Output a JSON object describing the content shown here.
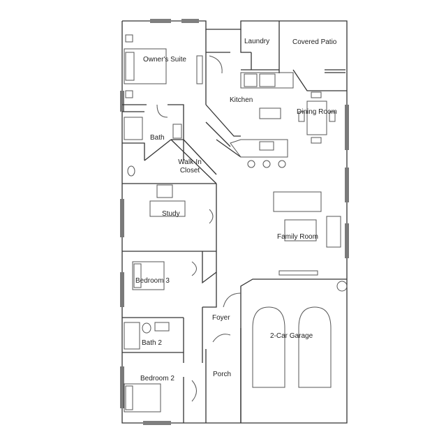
{
  "floorplan": {
    "rooms": {
      "laundry": "Laundry",
      "covered_patio": "Covered Patio",
      "owners_suite": "Owner's Suite",
      "kitchen": "Kitchen",
      "dining_room": "Dining Room",
      "bath": "Bath",
      "walk_in_closet_line1": "Walk-In",
      "walk_in_closet_line2": "Closet",
      "study": "Study",
      "family_room": "Family Room",
      "bedroom_3": "Bedroom 3",
      "foyer": "Foyer",
      "garage": "2-Car Garage",
      "bath_2": "Bath 2",
      "bedroom_2": "Bedroom 2",
      "porch": "Porch"
    },
    "colors": {
      "wall": "#333333",
      "fixture": "#555555",
      "background": "#ffffff"
    }
  }
}
